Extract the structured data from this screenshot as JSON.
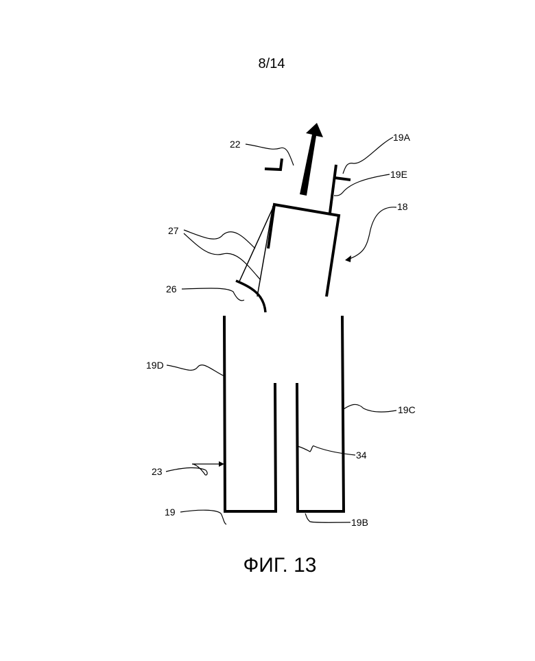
{
  "page_number": "8/14",
  "caption": "ФИГ. 13",
  "labels": {
    "l22": "22",
    "l19A": "19A",
    "l19E": "19E",
    "l18": "18",
    "l27": "27",
    "l26": "26",
    "l19D": "19D",
    "l19C": "19C",
    "l34": "34",
    "l23": "23",
    "l19": "19",
    "l19B": "19B"
  }
}
